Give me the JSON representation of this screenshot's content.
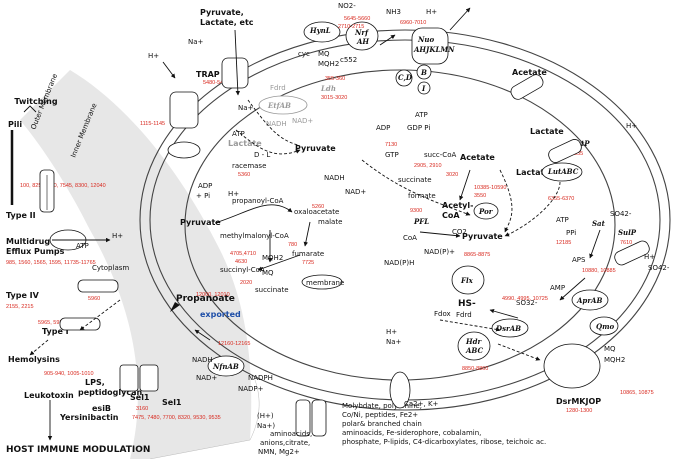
{
  "labels": {
    "twitching": "Twitching",
    "pili": "Pili",
    "outer_membrane": "Outer Membrane",
    "inner_membrane": "Inner Membrane",
    "type_ii": "Type II",
    "multidrug": "Multidrug",
    "efflux_pumps": "Efflux Pumps",
    "cytoplasm": "Cytoplasm",
    "type_iv": "Type IV",
    "type_i": "Type I",
    "hemolysins": "Hemolysins",
    "leukotoxin": "Leukotoxin",
    "lps": "LPS,",
    "peptidoglycan": "peptidoglycan",
    "esib": "esiB",
    "yersiniabactin": "Yersinibactin",
    "sell1_a": "Sel1",
    "sell1_b": "Sel1",
    "host_immune": "HOST IMMUNE MODULATION",
    "pyruvate_lactate": "Pyruvate,",
    "lactate_etc": "Lactate, etc",
    "na_top": "Na+",
    "trap": "TRAP",
    "h_plus_top": "H+",
    "atp_1": "ATP",
    "adp_pi": "ADP",
    "plus_pi": "+ Pi",
    "h_plus_2": "H+",
    "na_2": "Na+",
    "pyruvate_1": "Pyruvate",
    "propanoyl_coa": "propanoyl-CoA",
    "oxaloacetate": "oxaloacetate",
    "methylmalonyl": "methylmalonyl-CoA",
    "succinyl_coa": "succinyl-CoA",
    "succinate_1": "succinate",
    "propanoate": "Propanoate",
    "exported": "exported",
    "nadh_1": "NADH",
    "nad_1": "NAD+",
    "malate": "malate",
    "fumarate": "fumarate",
    "mqh2_1": "MQH2",
    "mq_1": "MQ",
    "membrane": "membrane",
    "lactate_d_l": "Lactate",
    "d_l": "D - L",
    "racemase": "racemase",
    "etfab": "EtfAB",
    "ldh": "Ldh",
    "fdrd_1": "Fdrd",
    "nadh_grey": "NADH",
    "nad_grey": "NAD+",
    "pyruvate_2": "Pyruvate",
    "hyn": "HynL",
    "nrf": "Nrf",
    "nrf_ah": "AH",
    "no2": "NO2-",
    "nh3": "NH3",
    "mq_2": "MQ",
    "mqh2_2": "MQH2",
    "cyc": "cyc",
    "c552": "c552",
    "nuo": "Nuo",
    "nuo_sub": "AHJKLMN",
    "nuo_cd": "C,D",
    "nuo_b": "B",
    "nuo_i": "I",
    "h_plus_nuo": "H+",
    "atp_2": "ATP",
    "adp_2": "ADP",
    "gdp_pi": "GDP Pi",
    "gtp": "GTP",
    "succ_coa": "succ-CoA",
    "succinate_2": "succinate",
    "acetate_1": "Acetate",
    "acetate_out": "Acetate",
    "formate": "formate",
    "acetyl_coa": "Acetyl-",
    "coa_1": "CoA",
    "pfl": "PFL",
    "por": "Por",
    "coa_2": "CoA",
    "pyruvate_3": "Pyruvate",
    "co2": "CO2",
    "lactate_out": "Lactate",
    "lutp": "LutP",
    "h_plus_lut": "H+",
    "lactate_in": "Lactate",
    "lutabc": "LutABC",
    "sulp": "SulP",
    "so4_in": "SO42-",
    "so4_out": "SO42-",
    "h_plus_sul": "H+",
    "atp_3": "ATP",
    "sat": "Sat",
    "ppi": "PPi",
    "aps": "APS",
    "aprab": "AprAB",
    "amp": "AMP",
    "qmo": "Qmo",
    "so3": "SO32-",
    "dsrab": "DsrAB",
    "hs": "HS-",
    "nad_p": "NAD(P)+",
    "nadp_h": "NAD(P)H",
    "flx": "Flx",
    "hdr": "Hdr",
    "hdr_abc": "ABC",
    "fdox": "Fdox",
    "fdrd_2": "Fdrd",
    "nfnab": "NfnAB",
    "nadh_3": "NADH",
    "nad_3": "NAD+",
    "nadph": "NADPH",
    "nadp": "NADP+",
    "dsrmkjop": "DsrMKJOP",
    "mq_3": "MQ",
    "mqh2_3": "MQH2",
    "h_na_bottom": "(H+)",
    "na_bottom": "Na+)",
    "aminoacids_1": "aminoacids,",
    "anions": "anions,citrate,",
    "nmn": "NMN, Mg2+",
    "molybdate": "Molybdate, polyamine,",
    "cono": "Co/Ni, peptides, Fe2+",
    "polar": "polar& branched chain",
    "aminoacids_2": "aminoacids, Fe-siderophore, cobalamin,",
    "phosphate": "phosphate, P-lipids, C4-dicarboxylates, ribose, teichoic ac.",
    "h_ca": "H+",
    "na_ca": "Na+",
    "ca_k": "Ca2+, K+"
  },
  "numbers": {
    "n_pili": "100, 825, 1240, 7545, 8300, 12040",
    "n_multidrug": "985, 1560, 1565, 1595, 11735-11765",
    "n_typeiv": "2155, 2215",
    "n_typei": "5965, 5975",
    "n_leuko": "905-940, 1005-1010",
    "n_sell1": "3160",
    "n_yers": "7475, 7480, 7700, 8320, 9530, 9535",
    "n_trap": "5480-5490",
    "n_atp1": "1115-1145",
    "n_etf": "355-360",
    "n_ldh": "3015-3020",
    "n_racemase": "5360",
    "n_hyn": "5645-5660",
    "n_nrf": "2710-2715",
    "n_nuo": "6960-7010",
    "n_oxalo": "5260",
    "n_malate": "780",
    "n_methyl": "4705,4710",
    "n_succinyl": "4630",
    "n_fumarate": "7725",
    "n_propan": "2020",
    "n_gdp": "7130",
    "n_succ": "2905, 2910",
    "n_acetyl": "3020",
    "n_por": "10385-10590",
    "n_por2": "3550",
    "n_pfl": "9300",
    "n_lutp": "6355",
    "n_lutabc": "6355-6370",
    "n_sulp": "7610",
    "n_sat": "12185",
    "n_apr": "10880, 10885",
    "n_flx": "8865-8875",
    "n_dsrab": "4990, 4995, 10725",
    "n_hdr": "8850-8860",
    "n_nfn": "12160-12165",
    "n_dsrm": "1280-1300",
    "n_qmo": "10865, 10875",
    "n_atp_cyto": "5960",
    "n_12000": "12000, 12010"
  }
}
